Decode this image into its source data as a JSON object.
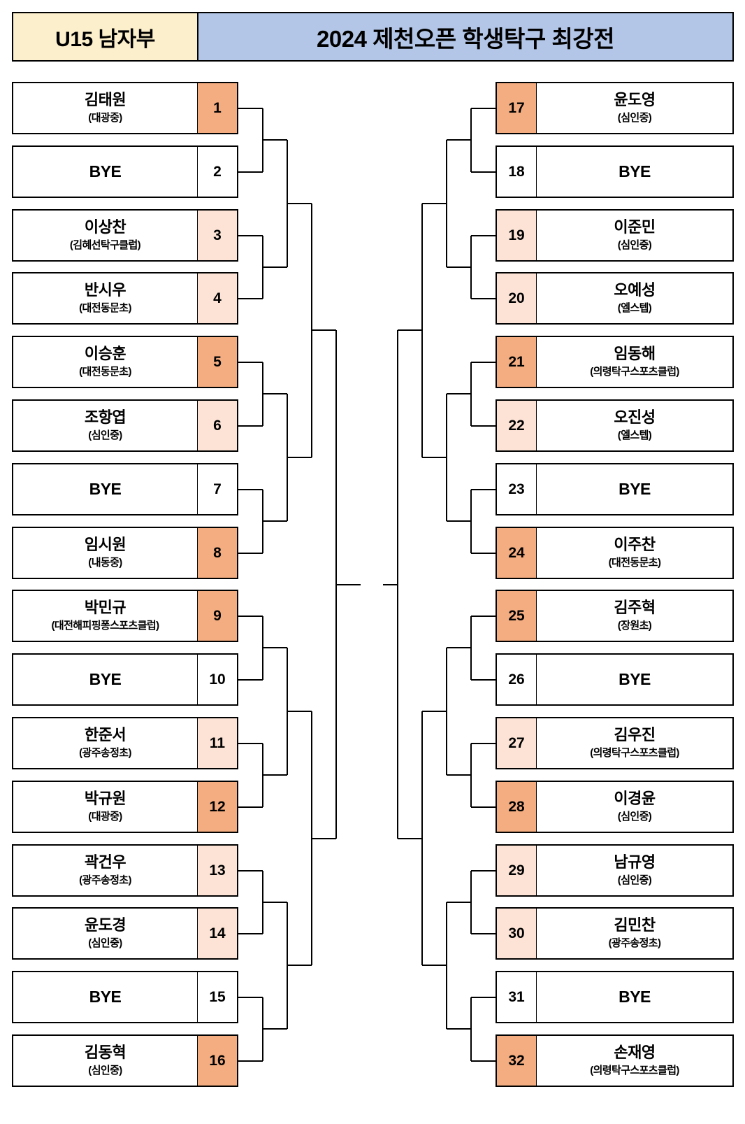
{
  "header": {
    "category": "U15 남자부",
    "title": "2024 제천오픈 학생탁구 최강전",
    "category_bg": "#FCEFCB",
    "title_bg": "#B3C6E7"
  },
  "legend": {
    "tier_strong_color": "#F4AD81",
    "tier_light_color": "#FCE3D6",
    "tier_none_color": "#FFFFFF"
  },
  "bracket": {
    "type": "single-elimination",
    "size": 32,
    "bye_label": "BYE",
    "left": [
      {
        "seed": "1",
        "name": "김태원",
        "club": "(대광중)",
        "tier": "strong",
        "bye": false
      },
      {
        "seed": "2",
        "name": "BYE",
        "club": "",
        "tier": "none",
        "bye": true
      },
      {
        "seed": "3",
        "name": "이상찬",
        "club": "(김혜선탁구클럽)",
        "tier": "light",
        "bye": false
      },
      {
        "seed": "4",
        "name": "반시우",
        "club": "(대전동문초)",
        "tier": "light",
        "bye": false
      },
      {
        "seed": "5",
        "name": "이승훈",
        "club": "(대전동문초)",
        "tier": "strong",
        "bye": false
      },
      {
        "seed": "6",
        "name": "조항엽",
        "club": "(심인중)",
        "tier": "light",
        "bye": false
      },
      {
        "seed": "7",
        "name": "BYE",
        "club": "",
        "tier": "none",
        "bye": true
      },
      {
        "seed": "8",
        "name": "임시원",
        "club": "(내동중)",
        "tier": "strong",
        "bye": false
      },
      {
        "seed": "9",
        "name": "박민규",
        "club": "(대전해피핑퐁스포츠클럽)",
        "tier": "strong",
        "bye": false
      },
      {
        "seed": "10",
        "name": "BYE",
        "club": "",
        "tier": "none",
        "bye": true
      },
      {
        "seed": "11",
        "name": "한준서",
        "club": "(광주송정초)",
        "tier": "light",
        "bye": false
      },
      {
        "seed": "12",
        "name": "박규원",
        "club": "(대광중)",
        "tier": "strong",
        "bye": false
      },
      {
        "seed": "13",
        "name": "곽건우",
        "club": "(광주송정초)",
        "tier": "light",
        "bye": false
      },
      {
        "seed": "14",
        "name": "윤도경",
        "club": "(심인중)",
        "tier": "light",
        "bye": false
      },
      {
        "seed": "15",
        "name": "BYE",
        "club": "",
        "tier": "none",
        "bye": true
      },
      {
        "seed": "16",
        "name": "김동혁",
        "club": "(심인중)",
        "tier": "strong",
        "bye": false
      }
    ],
    "right": [
      {
        "seed": "17",
        "name": "윤도영",
        "club": "(심인중)",
        "tier": "strong",
        "bye": false
      },
      {
        "seed": "18",
        "name": "BYE",
        "club": "",
        "tier": "none",
        "bye": true
      },
      {
        "seed": "19",
        "name": "이준민",
        "club": "(심인중)",
        "tier": "light",
        "bye": false
      },
      {
        "seed": "20",
        "name": "오예성",
        "club": "(엘스텝)",
        "tier": "light",
        "bye": false
      },
      {
        "seed": "21",
        "name": "임동해",
        "club": "(의령탁구스포츠클럽)",
        "tier": "strong",
        "bye": false
      },
      {
        "seed": "22",
        "name": "오진성",
        "club": "(엘스텝)",
        "tier": "light",
        "bye": false
      },
      {
        "seed": "23",
        "name": "BYE",
        "club": "",
        "tier": "none",
        "bye": true
      },
      {
        "seed": "24",
        "name": "이주찬",
        "club": "(대전동문초)",
        "tier": "strong",
        "bye": false
      },
      {
        "seed": "25",
        "name": "김주혁",
        "club": "(장원초)",
        "tier": "strong",
        "bye": false
      },
      {
        "seed": "26",
        "name": "BYE",
        "club": "",
        "tier": "none",
        "bye": true
      },
      {
        "seed": "27",
        "name": "김우진",
        "club": "(의령탁구스포츠클럽)",
        "tier": "light",
        "bye": false
      },
      {
        "seed": "28",
        "name": "이경윤",
        "club": "(심인중)",
        "tier": "strong",
        "bye": false
      },
      {
        "seed": "29",
        "name": "남규영",
        "club": "(심인중)",
        "tier": "light",
        "bye": false
      },
      {
        "seed": "30",
        "name": "김민찬",
        "club": "(광주송정초)",
        "tier": "light",
        "bye": false
      },
      {
        "seed": "31",
        "name": "BYE",
        "club": "",
        "tier": "none",
        "bye": true
      },
      {
        "seed": "32",
        "name": "손재영",
        "club": "(의령탁구스포츠클럽)",
        "tier": "strong",
        "bye": false
      }
    ]
  }
}
